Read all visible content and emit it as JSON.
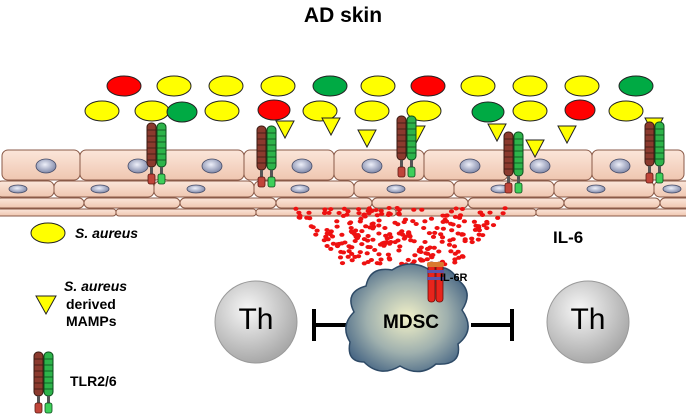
{
  "title": "AD skin",
  "legend": {
    "s_aureus_line1": "S. aureus",
    "mamps_line1": "S. aureus",
    "mamps_line2": "derived",
    "mamps_line3": "MAMPs",
    "tlr_label": "TLR2/6"
  },
  "labels": {
    "il6": "IL-6",
    "il6r": "IL-6R",
    "mdsc": "MDSC",
    "th_left": "Th",
    "th_right": "Th"
  },
  "colors": {
    "s_aureus": "#ffff00",
    "red_bacteria": "#ff0000",
    "green_bacteria": "#00aa44",
    "il6_dots": "#ee1111",
    "skin_cell": "#f7d9c9",
    "tlr2": "#8b3a2e",
    "tlr6": "#2db34a",
    "mdsc_fill": "#4f6a86",
    "th_fill": "#c8c8c8"
  }
}
